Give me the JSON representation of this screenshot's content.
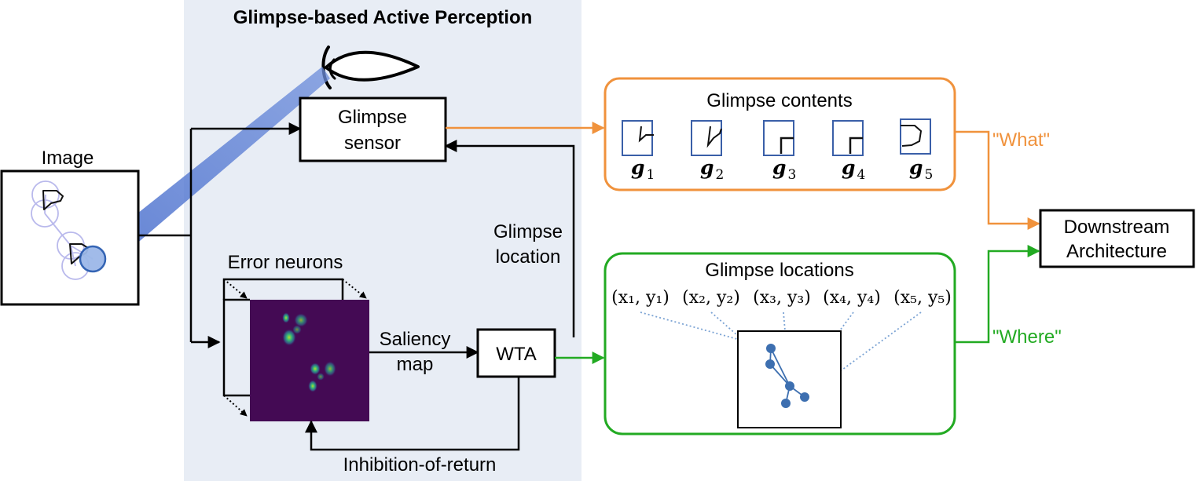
{
  "panel": {
    "title": "Glimpse-based Active Perception",
    "bg_color": "#e8edf5"
  },
  "image_box": {
    "label": "Image"
  },
  "glimpse_sensor": {
    "line1": "Glimpse",
    "line2": "sensor"
  },
  "error_neurons": {
    "label": "Error neurons"
  },
  "saliency": {
    "line1": "Saliency",
    "line2": "map"
  },
  "wta": {
    "label": "WTA"
  },
  "glimpse_location": {
    "line1": "Glimpse",
    "line2": "location"
  },
  "inhibition": {
    "label": "Inhibition-of-return"
  },
  "contents_box": {
    "title": "Glimpse contents",
    "color": "#f0923c",
    "items": [
      {
        "symbol": "g",
        "sub": "1"
      },
      {
        "symbol": "g",
        "sub": "2"
      },
      {
        "symbol": "g",
        "sub": "3"
      },
      {
        "symbol": "g",
        "sub": "4"
      },
      {
        "symbol": "g",
        "sub": "5"
      }
    ]
  },
  "locations_box": {
    "title": "Glimpse locations",
    "color": "#22aa22",
    "coords": [
      "(x₁, y₁)",
      "(x₂, y₂)",
      "(x₃, y₃)",
      "(x₄, y₄)",
      "(x₅, y₅)"
    ]
  },
  "what_label": "\"What\"",
  "where_label": "\"Where\"",
  "downstream": {
    "line1": "Downstream",
    "line2": "Architecture"
  },
  "colors": {
    "orange": "#f0923c",
    "green": "#22aa22",
    "blue_point": "#3d6fb0",
    "saliency_bg": "#440a54"
  }
}
